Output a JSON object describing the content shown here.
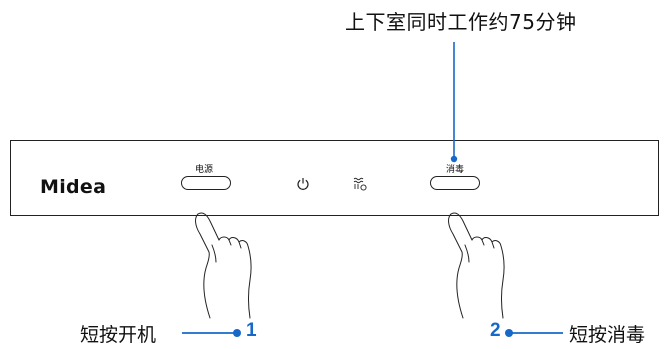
{
  "top_annotation": "上下室同时工作约75分钟",
  "brand": "Midea",
  "panel": {
    "power_label": "电源",
    "sterilize_label": "消毒",
    "power_icon": "power-icon",
    "sterilize_icon": "sterilize-icon"
  },
  "callouts": [
    {
      "number": "1",
      "text": "短按开机"
    },
    {
      "number": "2",
      "text": "短按消毒"
    }
  ],
  "colors": {
    "accent": "#1769c9",
    "line": "#222222"
  }
}
